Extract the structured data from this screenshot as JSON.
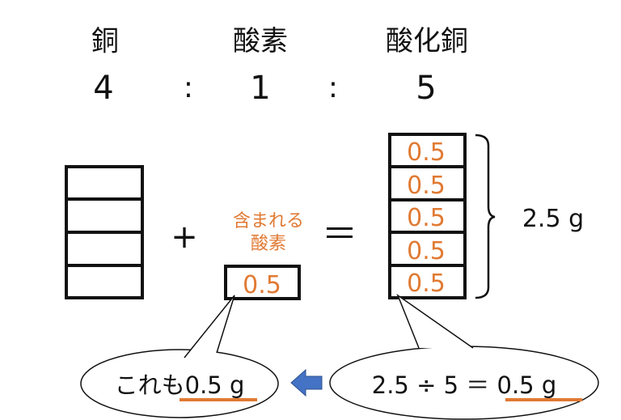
{
  "headers": {
    "copper": "銅",
    "oxygen": "酸素",
    "copper_oxide": "酸化銅"
  },
  "ratio": {
    "copper": "4",
    "sep1": ":",
    "oxygen": "1",
    "sep2": ":",
    "copper_oxide": "5"
  },
  "equation": {
    "plus": "+",
    "equals": "＝",
    "oxygen_label_line1": "含まれる",
    "oxygen_label_line2": "酸素",
    "oxygen_value": "0.5"
  },
  "copper_oxide_cells": [
    "0.5",
    "0.5",
    "0.5",
    "0.5",
    "0.5"
  ],
  "total_label": "2.5 g",
  "callouts": {
    "left": "これも0.5 g",
    "right": "2.5 ÷ 5 ＝ 0.5 g"
  },
  "colors": {
    "accent": "#e07a33",
    "arrow": "#4472c4"
  }
}
